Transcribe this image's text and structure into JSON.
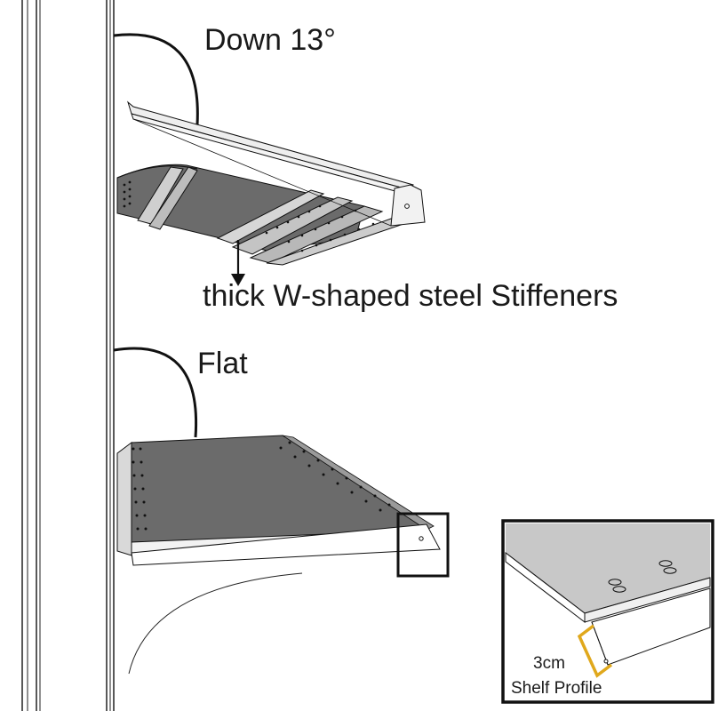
{
  "labels": {
    "tilt": "Down 13°",
    "stiffeners": "thick W-shaped steel Stiffeners",
    "flat": "Flat",
    "profile_size": "3cm",
    "profile_name": "Shelf Profile"
  },
  "colors": {
    "line": "#111111",
    "panel_dark": "#6b6b6b",
    "panel_light": "#c8c8c8",
    "metal_face": "#eeeeee",
    "highlight": "#e0a81c"
  }
}
